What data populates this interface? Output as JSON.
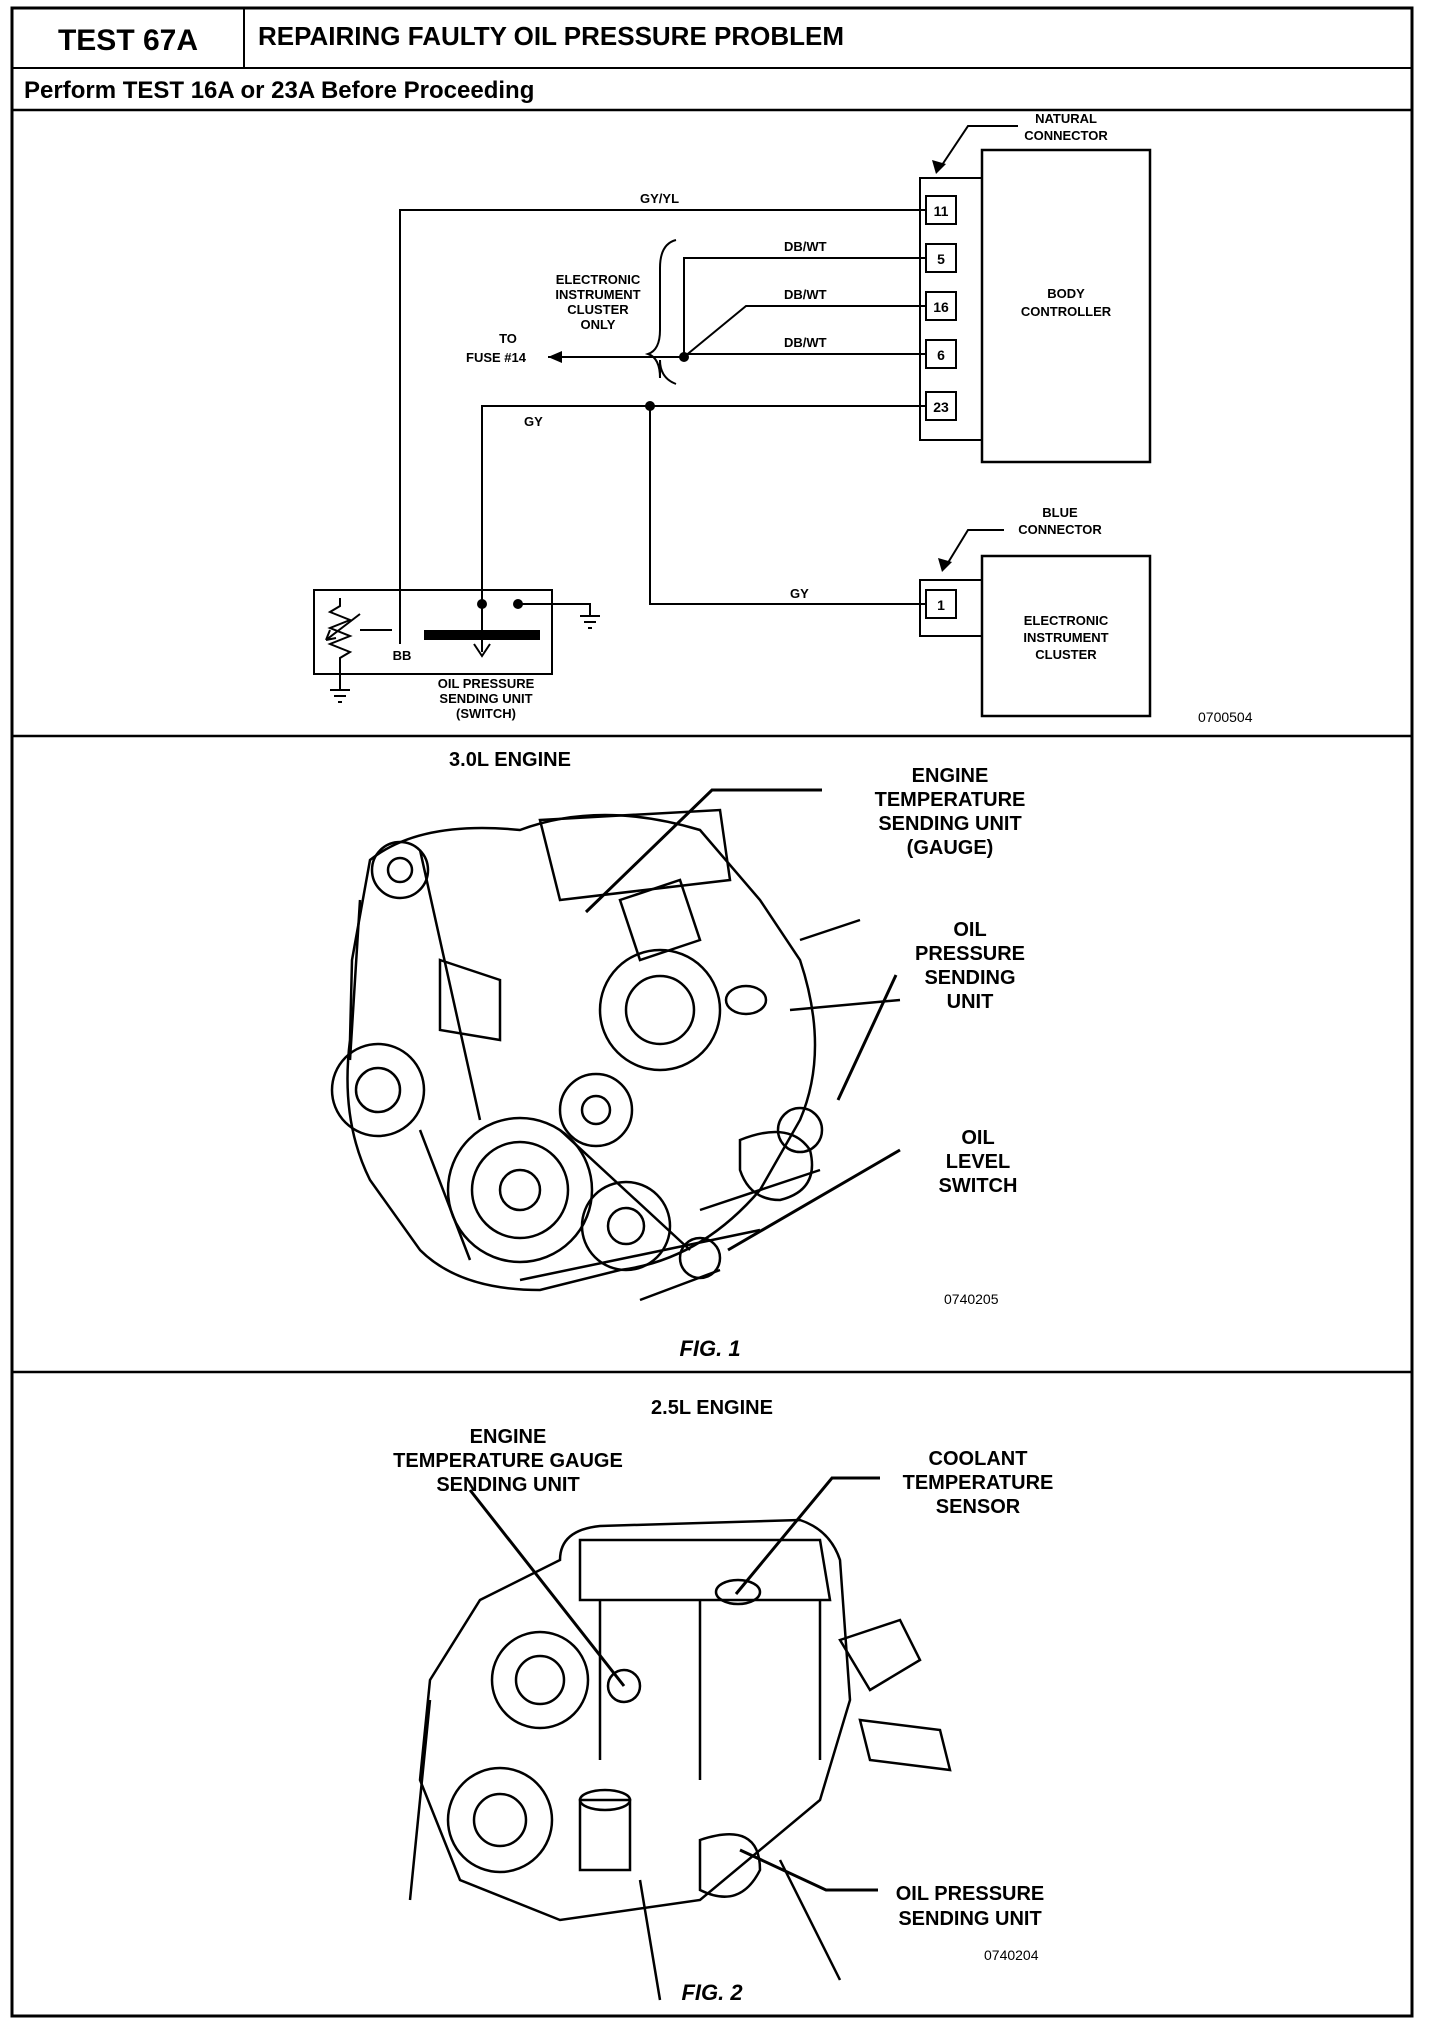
{
  "header": {
    "test_id": "TEST 67A",
    "title": "REPAIRING FAULTY OIL PRESSURE PROBLEM",
    "subtitle": "Perform TEST 16A or 23A Before Proceeding"
  },
  "schematic": {
    "natural_connector": [
      "NATURAL",
      "CONNECTOR"
    ],
    "body_controller": [
      "BODY",
      "CONTROLLER"
    ],
    "blue_connector": [
      "BLUE",
      "CONNECTOR"
    ],
    "instrument_cluster": [
      "ELECTRONIC",
      "INSTRUMENT",
      "CLUSTER"
    ],
    "cluster_note": [
      "ELECTRONIC",
      "INSTRUMENT",
      "CLUSTER",
      "ONLY"
    ],
    "fuse": [
      "TO",
      "FUSE #14"
    ],
    "sender": [
      "OIL PRESSURE",
      "SENDING UNIT",
      "(SWITCH)"
    ],
    "sender_mark": "BB",
    "wires": {
      "gy_yl": "GY/YL",
      "db_wt": "DB/WT",
      "gy": "GY"
    },
    "pins": [
      "11",
      "5",
      "16",
      "6",
      "23"
    ],
    "blue_pin": "1",
    "code": "0700504"
  },
  "fig1": {
    "engine": "3.0L ENGINE",
    "callouts": {
      "temp": [
        "ENGINE",
        "TEMPERATURE",
        "SENDING UNIT",
        "(GAUGE)"
      ],
      "oil_pressure": [
        "OIL",
        "PRESSURE",
        "SENDING",
        "UNIT"
      ],
      "oil_level": [
        "OIL",
        "LEVEL",
        "SWITCH"
      ]
    },
    "code": "0740205",
    "caption": "FIG. 1"
  },
  "fig2": {
    "engine": "2.5L ENGINE",
    "callouts": {
      "temp_gauge": [
        "ENGINE",
        "TEMPERATURE GAUGE",
        "SENDING UNIT"
      ],
      "coolant": [
        "COOLANT",
        "TEMPERATURE",
        "SENSOR"
      ],
      "oil_pressure": [
        "OIL PRESSURE",
        "SENDING UNIT"
      ]
    },
    "code": "0740204",
    "caption": "FIG. 2"
  }
}
